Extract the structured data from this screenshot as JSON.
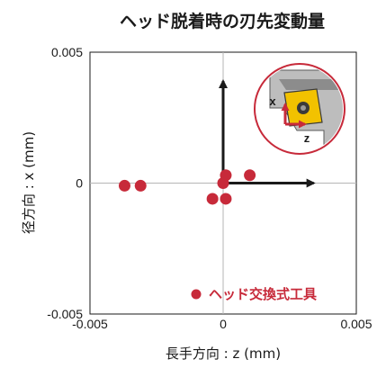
{
  "colors": {
    "series": "#c72a3a",
    "arrow": "#1a1a1a",
    "grid": "#b5b5b5",
    "insert": "#f2c200",
    "holder": "#9a9a9a",
    "inset_border": "#c72a3a"
  },
  "chart_data": {
    "type": "scatter",
    "title": "ヘッド脱着時の刃先変動量",
    "xlabel": "長手方向 : z (mm)",
    "ylabel": "径方向 : x (mm)",
    "xlim": [
      -0.005,
      0.005
    ],
    "ylim": [
      -0.005,
      0.005
    ],
    "x_ticks": [
      {
        "value": -0.005,
        "label": "-0.005"
      },
      {
        "value": 0,
        "label": "0"
      },
      {
        "value": 0.005,
        "label": "0.005"
      }
    ],
    "y_ticks": [
      {
        "value": 0.005,
        "label": "0.005"
      },
      {
        "value": 0,
        "label": "0"
      },
      {
        "value": -0.005,
        "label": "-0.005"
      }
    ],
    "grid": "zero-lines",
    "legend_position": "bottom-right",
    "series": [
      {
        "name": "ヘッド交換式工具",
        "color": "#c72a3a",
        "points": [
          {
            "x": -0.0037,
            "y": -0.0001
          },
          {
            "x": -0.0031,
            "y": -0.0001
          },
          {
            "x": 0.0001,
            "y": 0.0003
          },
          {
            "x": 0.001,
            "y": 0.0003
          },
          {
            "x": 0.0,
            "y": 0.0
          },
          {
            "x": -0.0004,
            "y": -0.0006
          },
          {
            "x": 0.0001,
            "y": -0.0006
          }
        ]
      }
    ],
    "inset": {
      "axis_x_label": "x",
      "axis_z_label": "z"
    }
  }
}
